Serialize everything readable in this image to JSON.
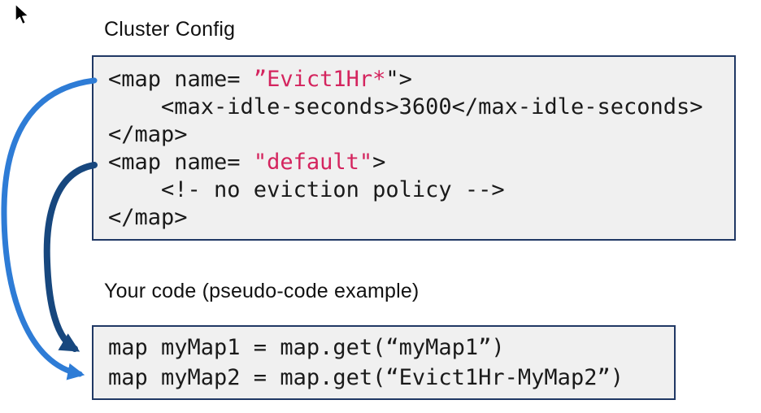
{
  "labels": {
    "cluster_config": "Cluster Config",
    "your_code": "Your code (pseudo-code example)"
  },
  "colors": {
    "box_border": "#203864",
    "box_background": "#f0f0f0",
    "code_text": "#1a1a1a",
    "highlight_red": "#d4245e",
    "arrow_light_blue": "#2e7cd6",
    "arrow_dark_blue": "#17477e"
  },
  "cluster_config_code": {
    "lines": [
      {
        "pre": "<map name= ",
        "red": "”Evict1Hr*",
        "post": "\">"
      },
      {
        "pre": "    <max-idle-seconds>3600</max-idle-seconds>",
        "red": "",
        "post": ""
      },
      {
        "pre": "</map>",
        "red": "",
        "post": ""
      },
      {
        "pre": "<map name= ",
        "red": "\"default\"",
        "post": ">"
      },
      {
        "pre": "    <!- no eviction policy -->",
        "red": "",
        "post": ""
      },
      {
        "pre": "</map>",
        "red": "",
        "post": ""
      }
    ]
  },
  "pseudo_code": {
    "lines": [
      "map myMap1 = map.get(“myMap1”)",
      "map myMap2 = map.get(“Evict1Hr-MyMap2”)"
    ]
  }
}
